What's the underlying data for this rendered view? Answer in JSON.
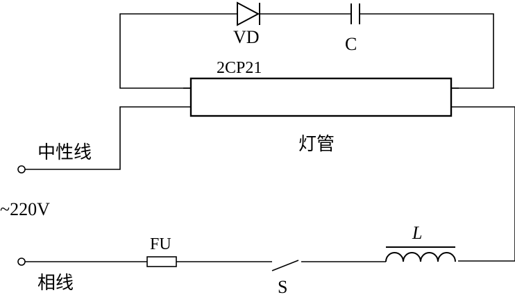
{
  "diagram": {
    "labels": {
      "diode_name": "VD",
      "diode_model": "2CP21",
      "capacitor": "C",
      "tube": "灯管",
      "neutral": "中性线",
      "voltage": "~220V",
      "phase": "相线",
      "fuse": "FU",
      "switch": "S",
      "inductor": "L"
    }
  }
}
